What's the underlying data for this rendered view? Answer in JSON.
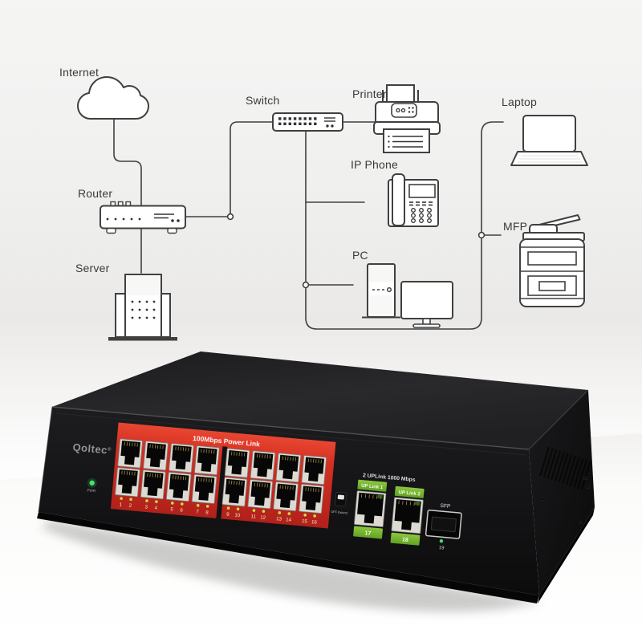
{
  "diagram": {
    "labels": {
      "internet": "Internet",
      "switch": "Switch",
      "printer": "Printer",
      "laptop": "Laptop",
      "router": "Router",
      "ip_phone": "IP Phone",
      "mfp": "MFP",
      "server": "Server",
      "pc": "PC"
    }
  },
  "device": {
    "brand": "Qoltec",
    "brand_reg": "®",
    "power_led": "PWR",
    "banner": "100Mbps Power Link",
    "port_numbers": [
      "1",
      "2",
      "3",
      "4",
      "5",
      "6",
      "7",
      "8",
      "9",
      "10",
      "11",
      "12",
      "13",
      "14",
      "15",
      "16"
    ],
    "uplink_heading": "2 UPLink 1000 Mbps",
    "uplinks": [
      {
        "label": "UP Link 1",
        "number": "17"
      },
      {
        "label": "UP Link 2",
        "number": "18"
      }
    ],
    "sfp": {
      "label": "SFP",
      "number": "19"
    },
    "dip_label": "OFF Extend"
  },
  "colors": {
    "line": "#404040",
    "panel_red_light": "#e23a28",
    "panel_red_dark": "#b8231a",
    "label_green_light": "#8cc73e",
    "label_green_dark": "#61a124",
    "led_amber": "#cddc4a",
    "led_green": "#42e06b",
    "port_number_text": "#f2e8c9"
  }
}
